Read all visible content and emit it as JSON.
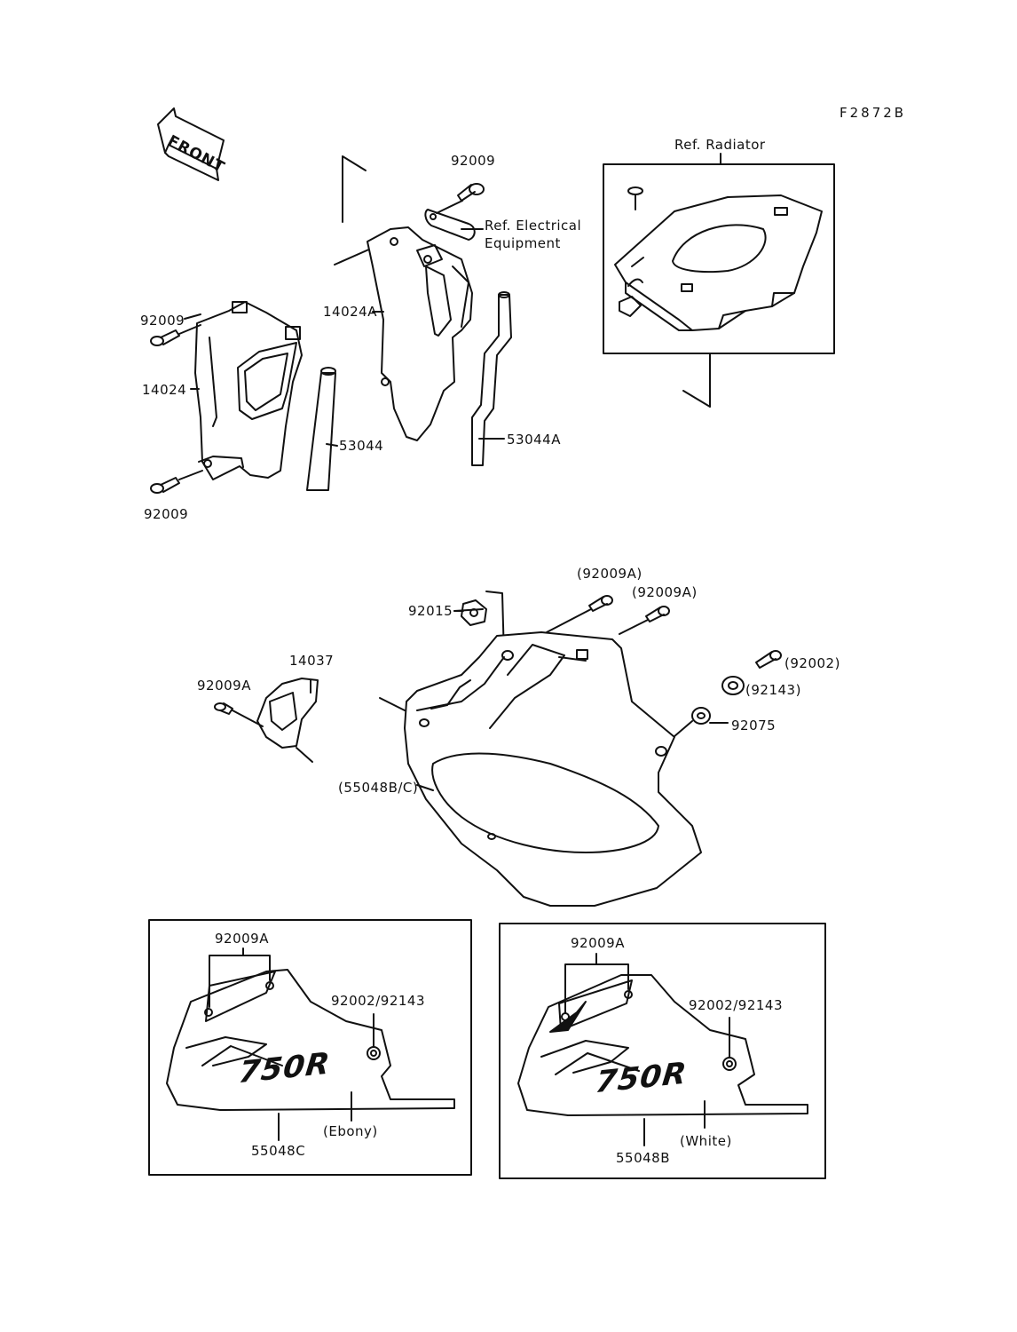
{
  "diagram_code": "F2872B",
  "front_arrow": "FRONT",
  "labels": {
    "ref_radiator": "Ref. Radiator",
    "ref_electrical": "Ref. Electrical\nEquipment",
    "top_bolt": "92009",
    "left_bolt_upper": "92009",
    "left_bolt_lower": "92009",
    "left_cover": "14024",
    "center_cover": "14024A",
    "left_hose": "53044",
    "right_hose": "53044A",
    "clip": "92015",
    "cowl_bolt_1": "(92009A)",
    "cowl_bolt_2": "(92009A)",
    "side_bolt": "(92002)",
    "grommet": "(92143)",
    "damper": "92075",
    "bracket": "14037",
    "bracket_bolt": "92009A",
    "lower_cowl": "(55048B/C)"
  },
  "variants": [
    {
      "bolt_label": "92009A",
      "fastener_label": "92002/92143",
      "part_label": "55048C",
      "color_label": "(Ebony)",
      "logo": "750R"
    },
    {
      "bolt_label": "92009A",
      "fastener_label": "92002/92143",
      "part_label": "55048B",
      "color_label": "(White)",
      "logo": "750R"
    }
  ]
}
